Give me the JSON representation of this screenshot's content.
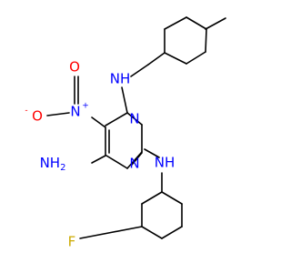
{
  "structure": {
    "colors": {
      "bond": "#000000",
      "nitrogen": "#0000ff",
      "oxygen": "#ff0000",
      "fluorine": "#ccaa00",
      "carbon": "#000000"
    },
    "atoms": {
      "n_ring_top": {
        "text": "N",
        "color": "nitrogen"
      },
      "n_ring_bottom": {
        "text": "N",
        "color": "nitrogen"
      },
      "n_nitro": {
        "text": "N",
        "charge": "+",
        "color": "nitrogen"
      },
      "o_nitro_left": {
        "text": "O",
        "charge": "-",
        "color": "oxygen"
      },
      "o_nitro_bottom": {
        "text": "O",
        "color": "oxygen"
      },
      "nh_top": {
        "text": "NH",
        "color": "nitrogen"
      },
      "nh_bottom_right": {
        "text": "NH",
        "color": "nitrogen"
      },
      "nh2": {
        "text": "NH",
        "sub": "2",
        "color": "nitrogen"
      },
      "f": {
        "text": "F",
        "color": "fluorine"
      }
    }
  }
}
